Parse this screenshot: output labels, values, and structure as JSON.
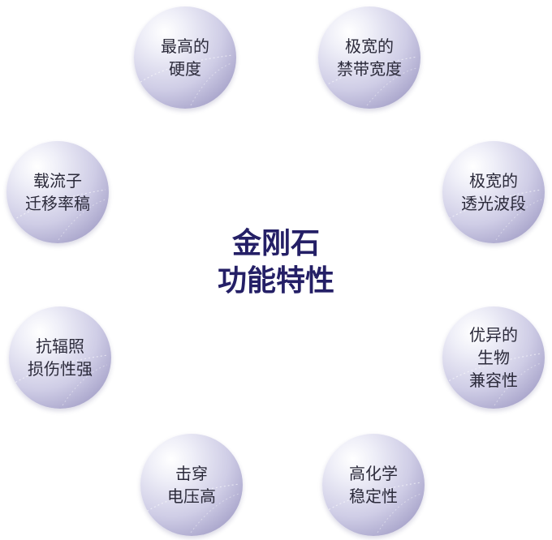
{
  "center": {
    "line1": "金刚石",
    "line2": "功能特性"
  },
  "bubbles": [
    {
      "lines": [
        "最高的",
        "硬度"
      ]
    },
    {
      "lines": [
        "极宽的",
        "禁带宽度"
      ]
    },
    {
      "lines": [
        "极宽的",
        "透光波段"
      ]
    },
    {
      "lines": [
        "优异的",
        "生物",
        "兼容性"
      ]
    },
    {
      "lines": [
        "高化学",
        "稳定性"
      ]
    },
    {
      "lines": [
        "击穿",
        "电压高"
      ]
    },
    {
      "lines": [
        "抗辐照",
        "损伤性强"
      ]
    },
    {
      "lines": [
        "载流子",
        "迁移率稿"
      ]
    }
  ],
  "colors": {
    "title": "#241f66",
    "bubble_text": "#2b2a3a",
    "bubble_edge": "#8f8ab9"
  }
}
